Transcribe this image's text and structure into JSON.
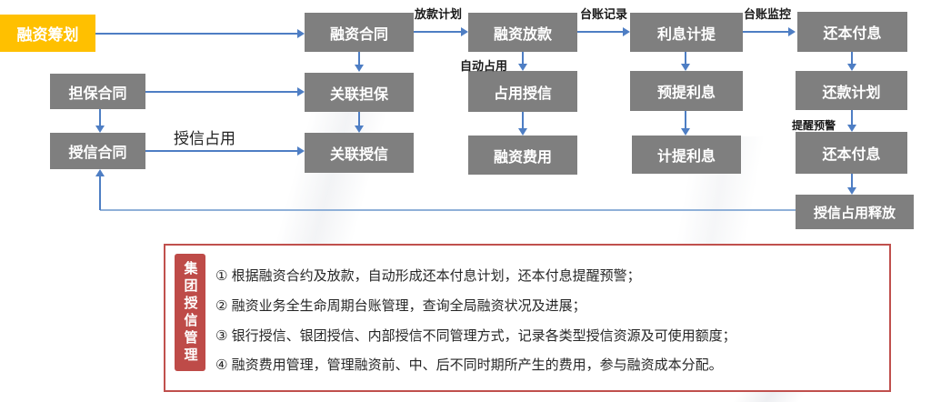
{
  "diagram": {
    "nodes": {
      "financing_planning": "融资筹划",
      "guarantee_contract": "担保合同",
      "credit_contract": "授信合同",
      "financing_contract": "融资合同",
      "related_guarantee": "关联担保",
      "related_credit": "关联授信",
      "financing_disbursement": "融资放款",
      "occupy_credit": "占用授信",
      "financing_expense": "融资费用",
      "interest_accrual": "利息计提",
      "withhold_interest": "预提利息",
      "accrue_interest": "计提利息",
      "repay_principal_interest_top": "还本付息",
      "repayment_plan": "还款计划",
      "repay_principal_interest_bottom": "还本付息",
      "credit_occupation_release": "授信占用释放"
    },
    "edge_labels": {
      "disbursement_plan": "放款计划",
      "ledger_record": "台账记录",
      "ledger_monitoring": "台账监控",
      "auto_occupy": "自动占用",
      "reminder_warning": "提醒预警",
      "credit_occupation": "授信占用"
    }
  },
  "panel": {
    "tab_title": "集团授信管理",
    "items": [
      "① 根据融资合约及放款，自动形成还本付息计划，还本付息提醒预警；",
      "② 融资业务全生命周期台账管理，查询全局融资状况及进展；",
      "③ 银行授信、银团授信、内部授信不同管理方式，记录各类型授信资源及可使用额度；",
      "④ 融资费用管理，管理融资前、中、后不同时期所产生的费用，参与融资成本分配。"
    ]
  },
  "colors": {
    "highlight_yellow": "#FFC000",
    "node_gray": "#7F7F7F",
    "arrow_blue": "#4E7EC4",
    "panel_red": "#C0504D"
  }
}
